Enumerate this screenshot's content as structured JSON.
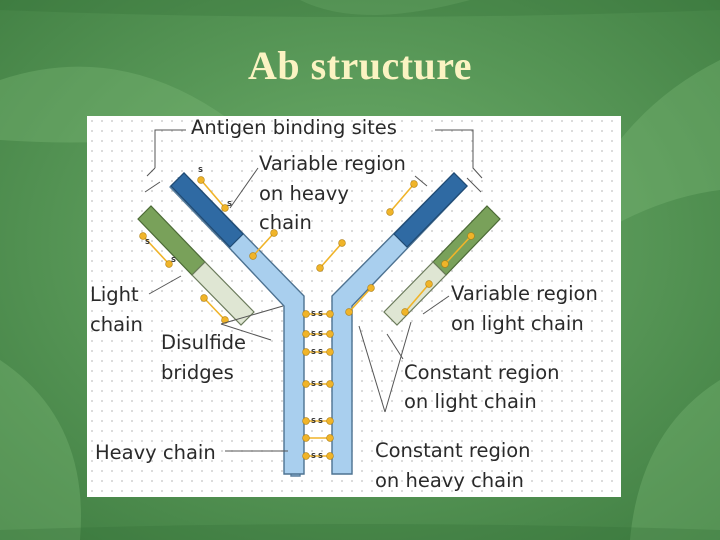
{
  "slide": {
    "title": "Ab structure",
    "background_color": "#5d9e5c"
  },
  "diagram": {
    "labels": {
      "antigen_binding_sites": "Antigen binding sites",
      "variable_heavy": [
        "Variable region",
        "on heavy",
        "chain"
      ],
      "light_chain": [
        "Light",
        "chain"
      ],
      "disulfide_bridges": [
        "Disulfide",
        "bridges"
      ],
      "variable_light": [
        "Variable region",
        "on light chain"
      ],
      "constant_light": [
        "Constant region",
        "on light chain"
      ],
      "heavy_chain": "Heavy chain",
      "constant_heavy": [
        "Constant region",
        "on heavy chain"
      ]
    },
    "disulfide_symbol": "S",
    "colors": {
      "heavy_constant": "#a9cfee",
      "heavy_variable": "#2f6aa3",
      "light_constant": "#dfe6d3",
      "light_variable": "#79a15a",
      "bridge": "#f0b429"
    }
  }
}
